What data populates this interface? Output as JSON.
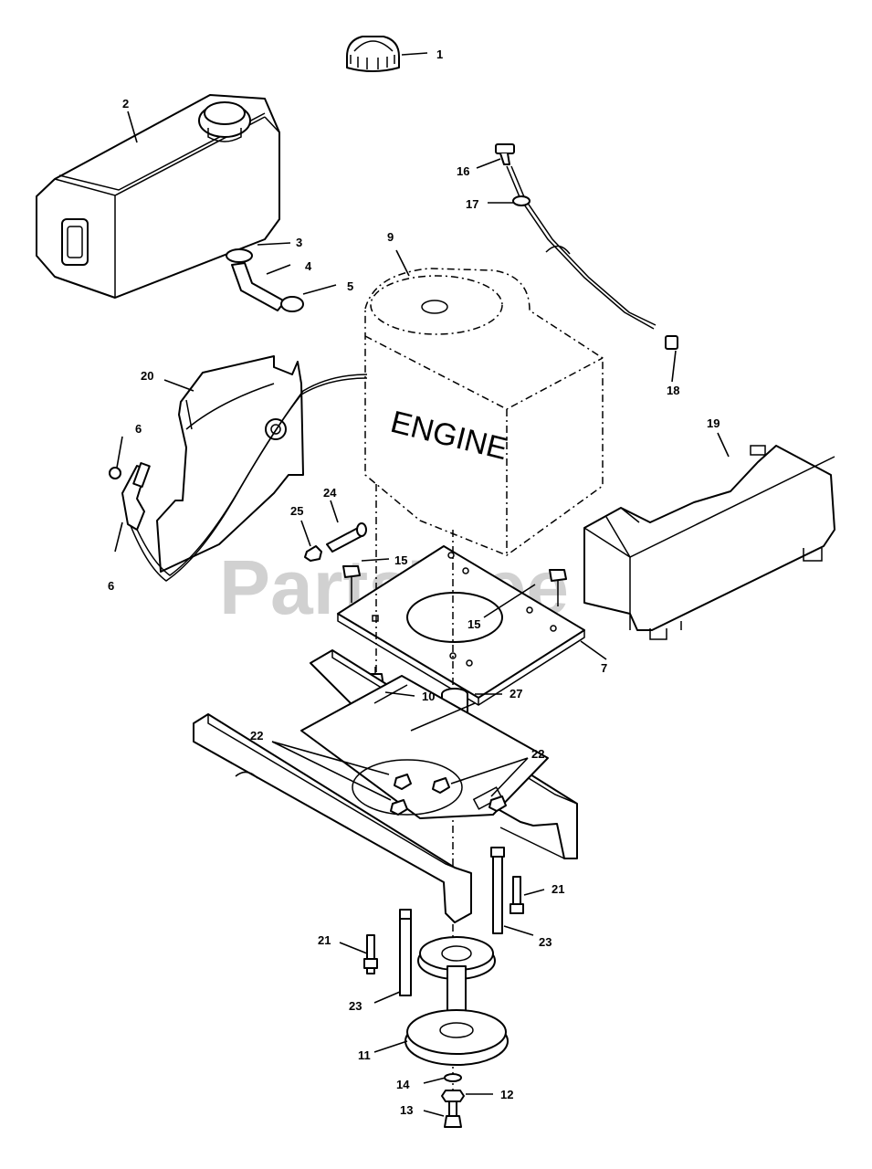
{
  "diagram": {
    "engine_label": "ENGINE",
    "watermark": "PartsTree",
    "watermark_tm": "™",
    "callouts": {
      "c1": "1",
      "c2": "2",
      "c3": "3",
      "c4": "4",
      "c5": "5",
      "c6a": "6",
      "c6b": "6",
      "c7": "7",
      "c9": "9",
      "c10": "10",
      "c11": "11",
      "c12": "12",
      "c13": "13",
      "c14": "14",
      "c15a": "15",
      "c15b": "15",
      "c16": "16",
      "c17": "17",
      "c18": "18",
      "c19": "19",
      "c20": "20",
      "c21a": "21",
      "c21b": "21",
      "c22a": "22",
      "c22b": "22",
      "c23a": "23",
      "c23b": "23",
      "c24": "24",
      "c25": "25",
      "c27": "27"
    }
  }
}
